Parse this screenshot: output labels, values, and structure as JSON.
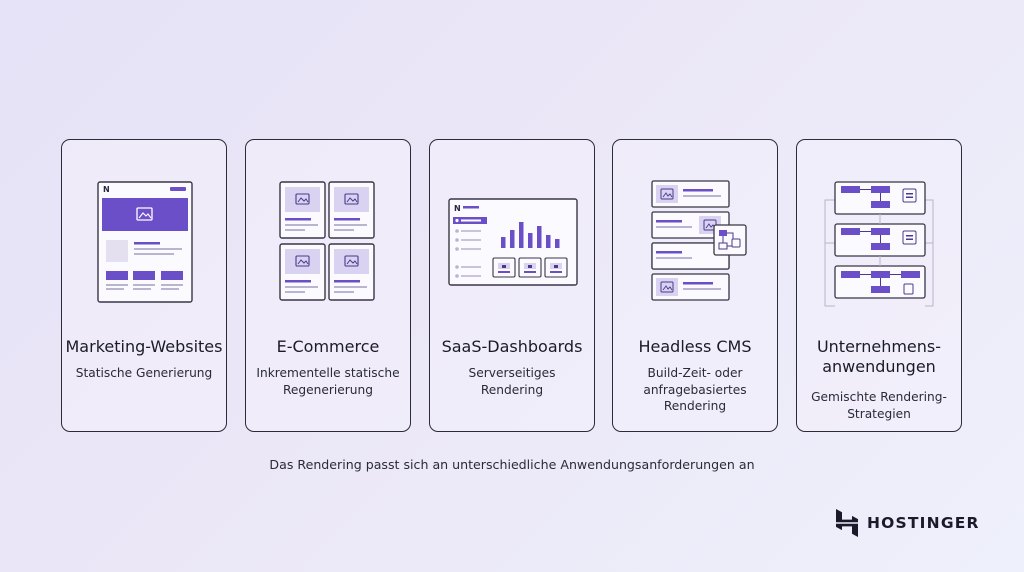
{
  "cards": [
    {
      "title": "Marketing-Websites",
      "subtitle": "Statische Generierung",
      "icon": "marketing-website-illustration"
    },
    {
      "title": "E-Commerce",
      "subtitle": "Inkrementelle statische Regenerierung",
      "icon": "ecommerce-grid-illustration"
    },
    {
      "title": "SaaS-Dashboards",
      "subtitle": "Serverseitiges Rendering",
      "icon": "dashboard-illustration"
    },
    {
      "title": "Headless CMS",
      "subtitle": "Build-Zeit- oder anfragebasiertes Rendering",
      "icon": "headless-cms-illustration"
    },
    {
      "title": "Unternehmens-anwendungen",
      "subtitle": "Gemischte Rendering-Strategien",
      "icon": "enterprise-flow-illustration"
    }
  ],
  "caption": "Das Rendering passt sich an unterschiedliche Anwendungsanforderungen an",
  "brand": {
    "name": "HOSTINGER",
    "logo": "hostinger-logo-icon"
  },
  "illustration_text": {
    "app_logo_letter": "N"
  },
  "colors": {
    "accent": "#6b4fc9",
    "accent_light": "#d9d2f1",
    "outline": "#2b2b3a"
  }
}
